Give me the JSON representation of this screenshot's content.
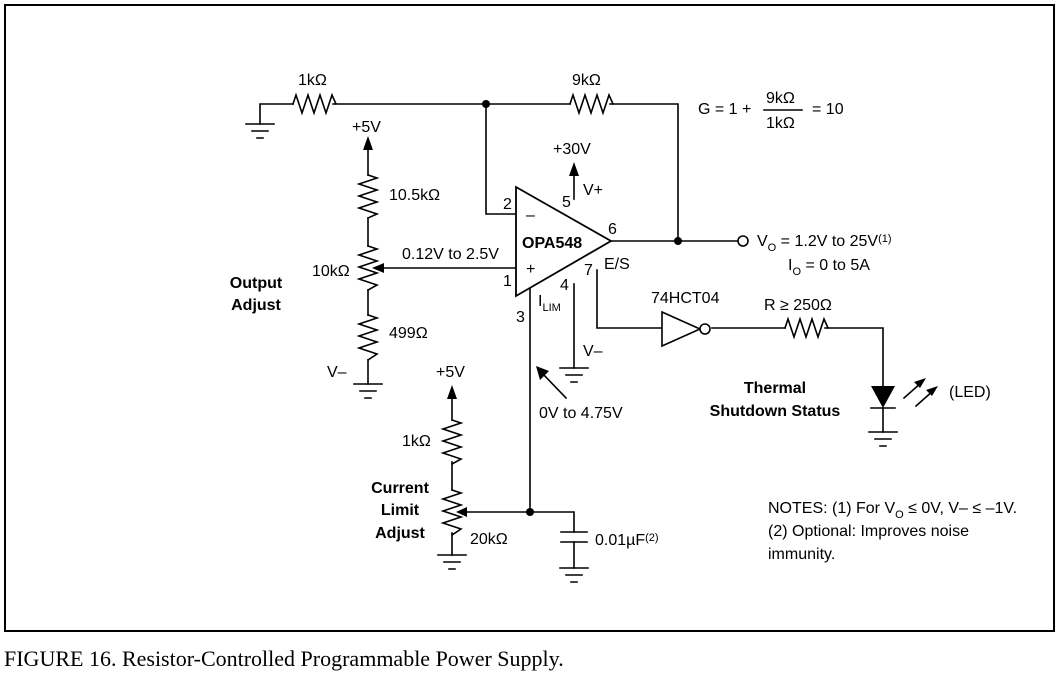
{
  "caption": "FIGURE 16. Resistor-Controlled Programmable Power Supply.",
  "gain": {
    "lhs": "G = 1 +",
    "num": "9kΩ",
    "den": "1kΩ",
    "rhs": "= 10"
  },
  "resistors": {
    "r_in": "1kΩ",
    "r_fb": "9kΩ",
    "r_top": "10.5kΩ",
    "pot_out": "10kΩ",
    "r_bottom": "499Ω",
    "r_ilim_top": "1kΩ",
    "pot_ilim": "20kΩ",
    "r_led": "R ≥ 250Ω"
  },
  "capacitor": {
    "label": "0.01µF",
    "note": "(2)"
  },
  "supplies": {
    "vplus5_a": "+5V",
    "vplus5_b": "+5V",
    "vplus30": "+30V",
    "vminus_a": "V–",
    "vminus_b": "V–"
  },
  "opamp": {
    "name": "OPA548",
    "pin2": "2",
    "pin5": "5",
    "pin6": "6",
    "pin1": "1",
    "pin4": "4",
    "pin7": "7",
    "pin3": "3",
    "minus": "–",
    "plus": "+",
    "vplus": "V+",
    "es": "E/S",
    "ilim": "I",
    "ilim_sub": "LIM"
  },
  "signals": {
    "ref_range": "0.12V to 2.5V",
    "ilim_range": "0V to 4.75V",
    "vo_main": "V",
    "vo_sub": "O",
    "vo_rest": " = 1.2V to 25V",
    "vo_note": "(1)",
    "io_main": "I",
    "io_sub": "O",
    "io_rest": " = 0 to 5A"
  },
  "labels": {
    "output_adjust_1": "Output",
    "output_adjust_2": "Adjust",
    "current_limit_1": "Current",
    "current_limit_2": "Limit",
    "current_limit_3": "Adjust",
    "inverter": "74HCT04",
    "thermal_1": "Thermal",
    "thermal_2": "Shutdown Status",
    "led": "(LED)"
  },
  "notes": {
    "line1_a": "NOTES: (1) For V",
    "line1_sub": "O",
    "line1_b": " ≤ 0V, V– ≤ –1V.",
    "line2": "(2) Optional: Improves noise",
    "line3": "immunity."
  }
}
